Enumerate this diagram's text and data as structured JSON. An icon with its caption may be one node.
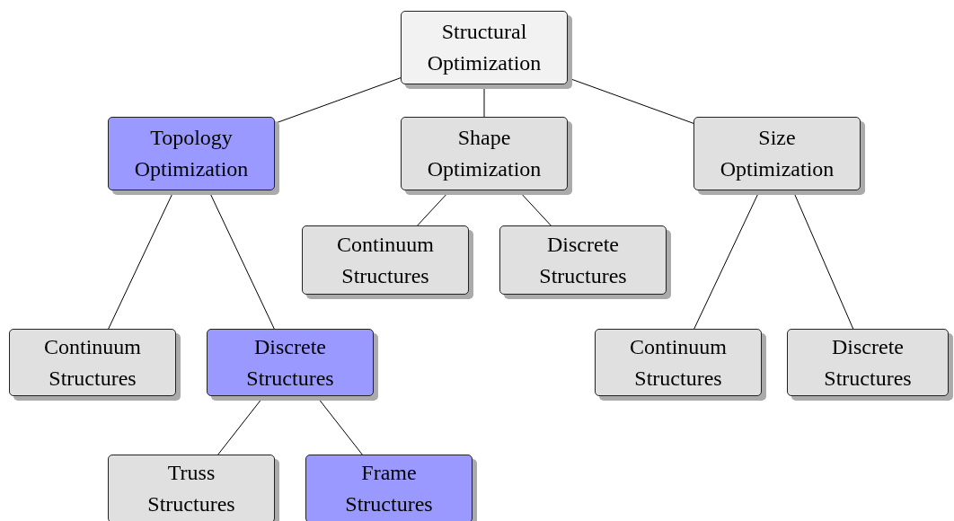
{
  "diagram": {
    "nodes": [
      {
        "text": [
          "Structural Optimization"
        ]
      },
      {
        "text": [
          "Topology Optimization"
        ]
      },
      {
        "text": [
          "Shape Optimization"
        ]
      },
      {
        "text": [
          "Size Optimization"
        ]
      },
      {
        "text": [
          "Continuum Structures"
        ]
      },
      {
        "text": [
          "Discrete Structures"
        ]
      },
      {
        "text": [
          "Continuum Structures"
        ]
      },
      {
        "text": [
          "Discrete Structures"
        ]
      },
      {
        "text": [
          "Continuum Structures"
        ]
      },
      {
        "text": [
          "Discrete Structures"
        ]
      },
      {
        "text": [
          "Truss Structures"
        ]
      },
      {
        "text": [
          "Frame Structures"
        ]
      }
    ],
    "edges": [
      {
        "from": 0,
        "to": 1,
        "arrow": "none"
      },
      {
        "from": 0,
        "to": 2,
        "arrow": "none"
      },
      {
        "from": 0,
        "to": 3,
        "arrow": "none"
      },
      {
        "from": 1,
        "to": 6,
        "arrow": "none"
      },
      {
        "from": 1,
        "to": 7,
        "arrow": "none"
      },
      {
        "from": 2,
        "to": 4,
        "arrow": "none"
      },
      {
        "from": 2,
        "to": 5,
        "arrow": "none"
      },
      {
        "from": 3,
        "to": 8,
        "arrow": "none"
      },
      {
        "from": 3,
        "to": 9,
        "arrow": "none"
      },
      {
        "from": 7,
        "to": 10,
        "arrow": "none"
      },
      {
        "from": 7,
        "to": 11,
        "arrow": "none"
      }
    ]
  }
}
